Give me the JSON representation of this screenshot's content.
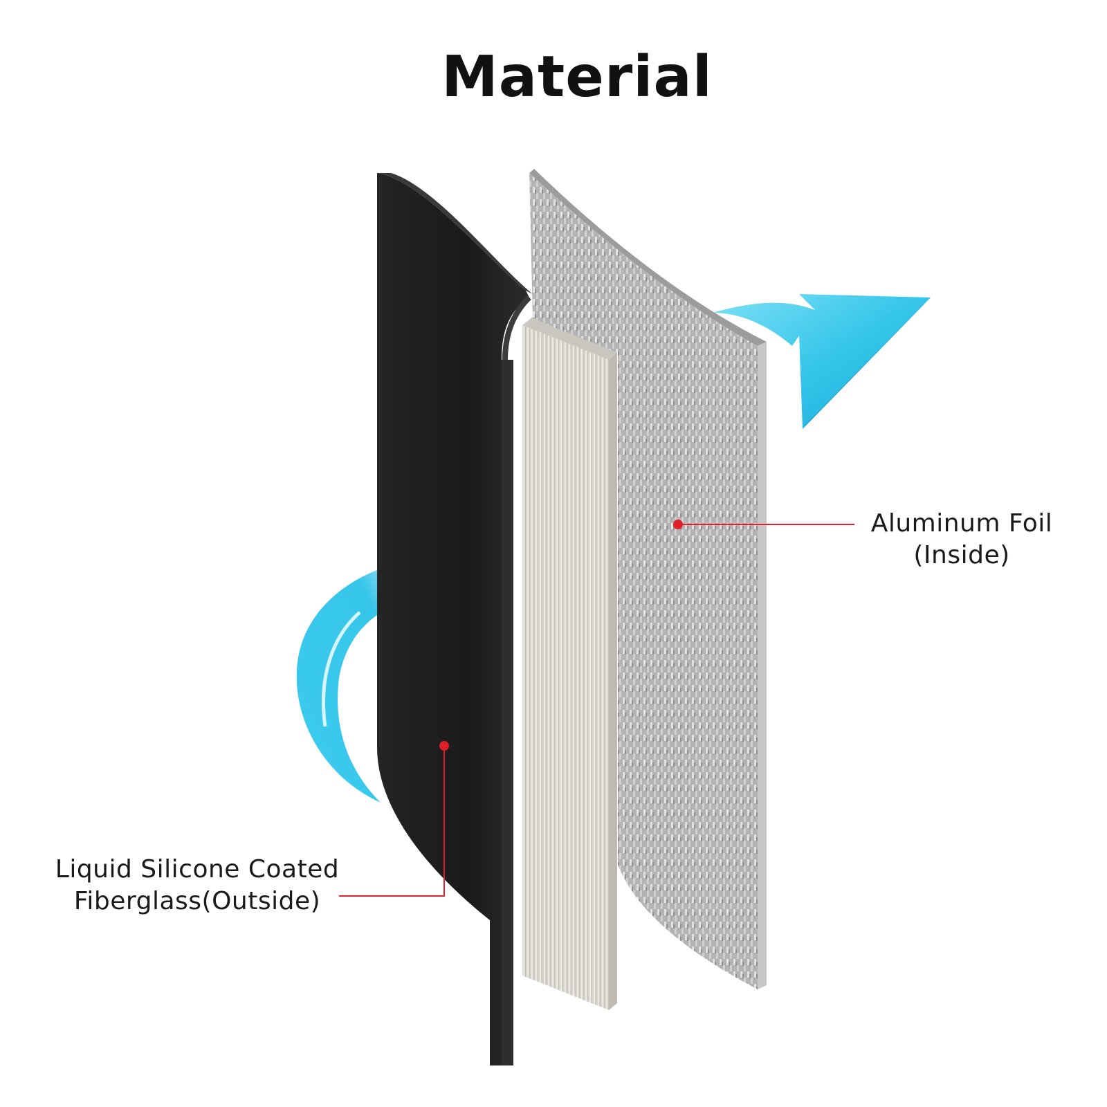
{
  "title": "Material",
  "layers": [
    {
      "name": "aluminum-foil",
      "label_lines": [
        "Aluminum Foil",
        "(Inside)"
      ]
    },
    {
      "name": "silicone-fiberglass",
      "label_lines": [
        "Liquid Silicone Coated",
        "Fiberglass(Outside)"
      ]
    }
  ],
  "colors": {
    "arrow": "#35c6ea",
    "pointer": "#e0202a",
    "outer_sheet": "#1b1b1b",
    "middle_sheet": "#d9d6cf",
    "foil_sheet": "#b8b8b8"
  }
}
